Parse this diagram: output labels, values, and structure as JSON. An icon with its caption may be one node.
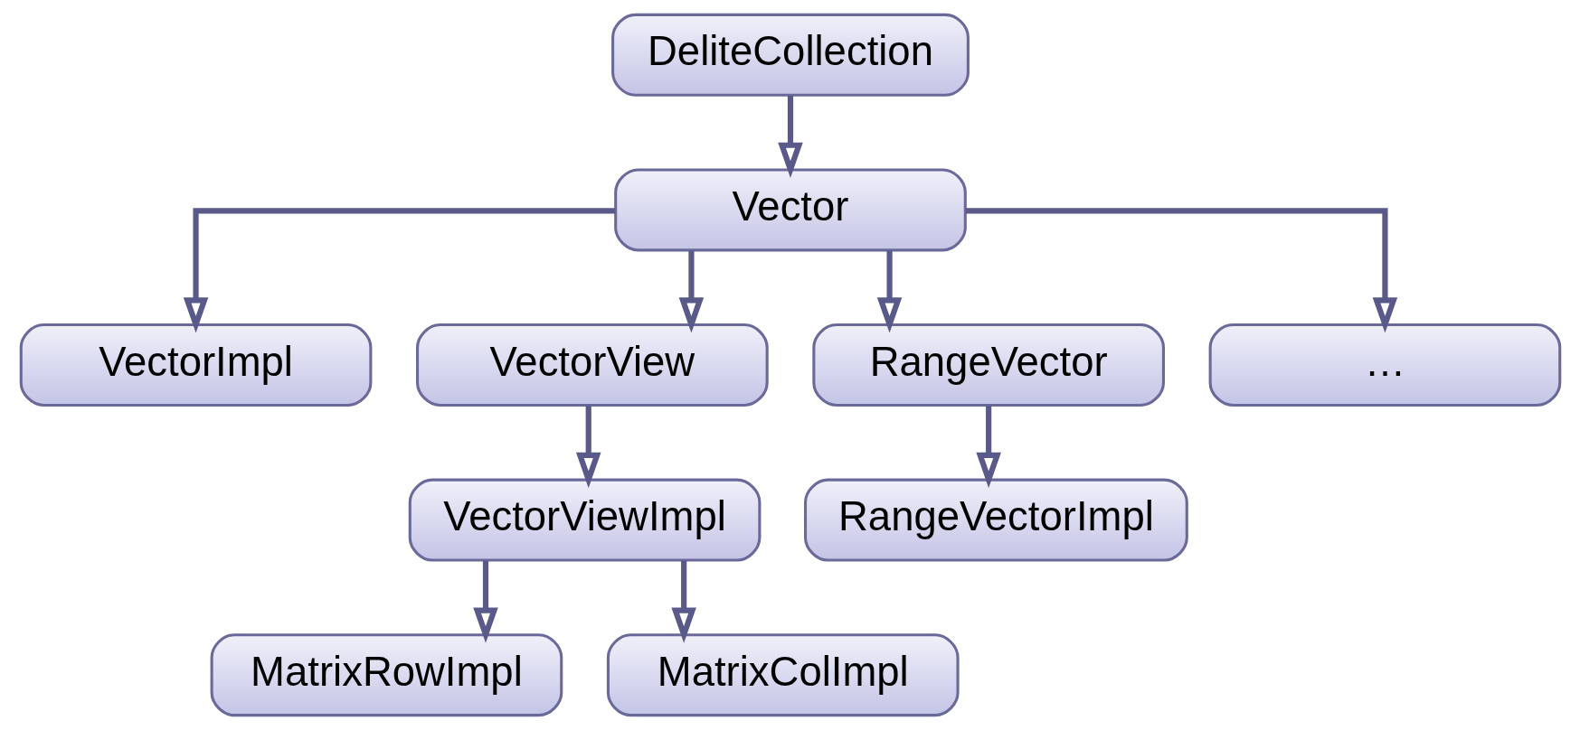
{
  "diagram": {
    "nodes": [
      {
        "text": [
          "DeliteCollection"
        ]
      },
      {
        "text": [
          "Vector"
        ]
      },
      {
        "text": [
          "VectorImpl"
        ]
      },
      {
        "text": [
          "VectorView"
        ]
      },
      {
        "text": [
          "RangeVector"
        ]
      },
      {
        "text": [
          "…"
        ]
      },
      {
        "text": [
          "VectorViewImpl"
        ]
      },
      {
        "text": [
          "RangeVectorImpl"
        ]
      },
      {
        "text": [
          "MatrixRowImpl"
        ]
      },
      {
        "text": [
          "MatrixColImpl"
        ]
      }
    ],
    "edges": [
      {
        "from": 0,
        "to": 1,
        "arrow": "to"
      },
      {
        "from": 1,
        "to": 2,
        "arrow": "to"
      },
      {
        "from": 1,
        "to": 3,
        "arrow": "to"
      },
      {
        "from": 1,
        "to": 4,
        "arrow": "to"
      },
      {
        "from": 1,
        "to": 5,
        "arrow": "to"
      },
      {
        "from": 3,
        "to": 6,
        "arrow": "to"
      },
      {
        "from": 4,
        "to": 7,
        "arrow": "to"
      },
      {
        "from": 6,
        "to": 8,
        "arrow": "to"
      },
      {
        "from": 6,
        "to": 9,
        "arrow": "to"
      }
    ]
  }
}
